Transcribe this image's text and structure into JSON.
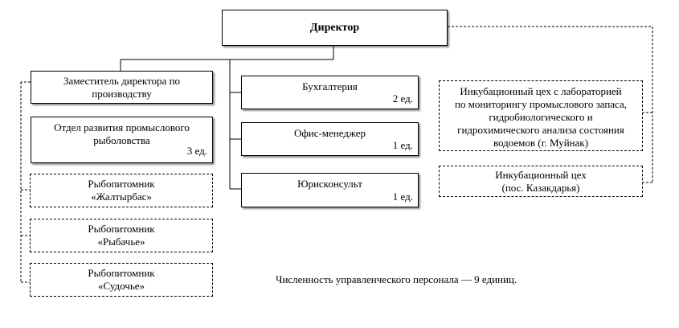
{
  "director": {
    "title": "Директор"
  },
  "deputy": {
    "title_line1": "Заместитель директора по",
    "title_line2": "производству"
  },
  "fishing_dept": {
    "title_line1": "Отдел развития промыслового",
    "title_line2": "рыболовства",
    "count": "3 ед."
  },
  "nurseries": [
    {
      "line1": "Рыбопитомник",
      "line2": "«Жалтырбас»"
    },
    {
      "line1": "Рыбопитомник",
      "line2": "«Рыбачье»"
    },
    {
      "line1": "Рыбопитомник",
      "line2": "«Судочье»"
    }
  ],
  "accounting": {
    "title": "Бухгалтерия",
    "count": "2 ед."
  },
  "office_manager": {
    "title": "Офис-менеджер",
    "count": "1 ед."
  },
  "legal": {
    "title": "Юрисконсульт",
    "count": "1 ед."
  },
  "incubation_lab": {
    "line1": "Инкубационный цех с лабораторией",
    "line2": "по мониторингу промыслового запаса,",
    "line3": "гидробиологического и",
    "line4": "гидрохимического анализа состояния",
    "line5": "водоемов (г. Муйнак)"
  },
  "incubation_kazak": {
    "line1": "Инкубационный цех",
    "line2": "(пос. Казакдарья)"
  },
  "footer_note": "Численность управленческого персонала — 9 единиц."
}
